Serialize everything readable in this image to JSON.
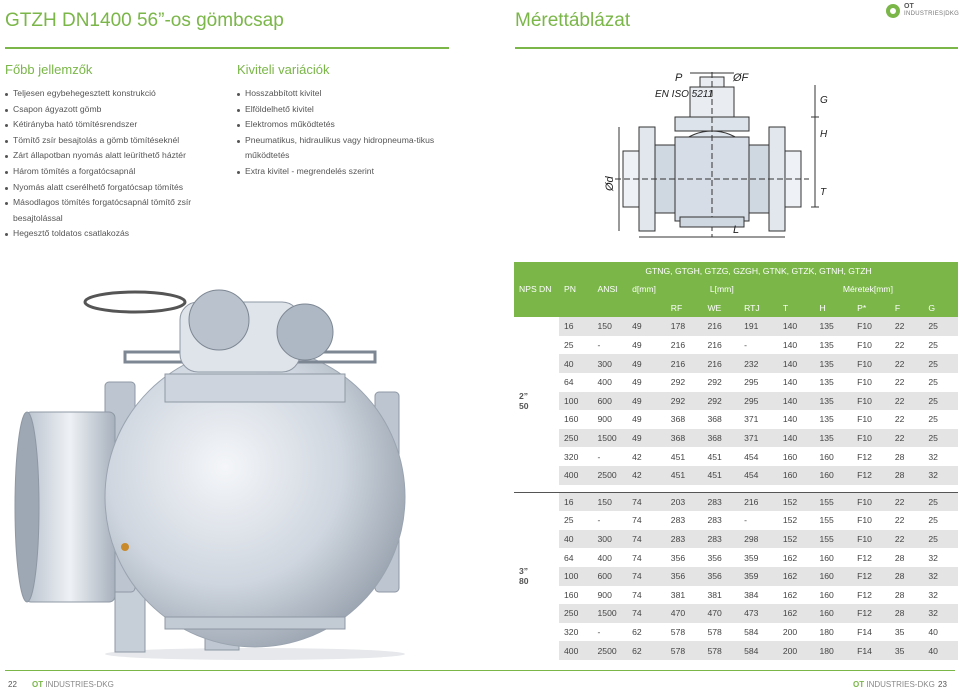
{
  "header": {
    "left_title": "GTZH DN1400 56”-os gömbcsap",
    "right_title": "Mérettáblázat",
    "logo_ot": "OT",
    "logo_industries": "INDUSTRIES|DKG"
  },
  "features": {
    "heading": "Főbb jellemzők",
    "items": [
      "Teljesen egybehegesztett konstrukció",
      "Csapon ágyazott gömb",
      "Kétirányba ható tömítésrendszer",
      "Tömítő zsír besajtolás a gömb tömítéseknél",
      "Zárt állapotban nyomás alatt leüríthető háztér",
      "Három tömítés a forgatócsapnál",
      "Nyomás alatt cserélhető forgatócsap tömítés",
      "Másodlagos tömítés forgatócsapnál tömítő zsír besajtolással",
      "Hegesztő toldatos csatlakozás"
    ]
  },
  "variants": {
    "heading": "Kiviteli variációk",
    "items": [
      "Hosszabbított kivitel",
      "Elföldelhető kivitel",
      "Elektromos működtetés",
      "Pneumatikus, hidraulikus vagy hidropneuma-tikus működtetés",
      "Extra kivitel - megrendelés szerint"
    ]
  },
  "drawing": {
    "label_p": "P",
    "label_of": "ØF",
    "label_std": "EN ISO 5211",
    "label_g": "G",
    "label_h": "H",
    "label_t": "T",
    "label_l": "L",
    "label_od": "Ød"
  },
  "table": {
    "series_header": "GTNG, GTGH, GTZG, GZGH, GTNK, GTZK, GTNH, GTZH",
    "nps_dn": "NPS DN",
    "col_pn": "PN",
    "col_ansi": "ANSI",
    "col_d": "d[mm]",
    "col_l": "L[mm]",
    "col_meretek": "Méretek[mm]",
    "sub": [
      "RF",
      "WE",
      "RTJ",
      "T",
      "H",
      "P*",
      "F",
      "G"
    ],
    "groups": [
      {
        "nps": "2”",
        "dn": "50",
        "rows": [
          [
            "16",
            "150",
            "49",
            "178",
            "216",
            "191",
            "140",
            "135",
            "F10",
            "22",
            "25"
          ],
          [
            "25",
            "-",
            "49",
            "216",
            "216",
            "-",
            "140",
            "135",
            "F10",
            "22",
            "25"
          ],
          [
            "40",
            "300",
            "49",
            "216",
            "216",
            "232",
            "140",
            "135",
            "F10",
            "22",
            "25"
          ],
          [
            "64",
            "400",
            "49",
            "292",
            "292",
            "295",
            "140",
            "135",
            "F10",
            "22",
            "25"
          ],
          [
            "100",
            "600",
            "49",
            "292",
            "292",
            "295",
            "140",
            "135",
            "F10",
            "22",
            "25"
          ],
          [
            "160",
            "900",
            "49",
            "368",
            "368",
            "371",
            "140",
            "135",
            "F10",
            "22",
            "25"
          ],
          [
            "250",
            "1500",
            "49",
            "368",
            "368",
            "371",
            "140",
            "135",
            "F10",
            "22",
            "25"
          ],
          [
            "320",
            "-",
            "42",
            "451",
            "451",
            "454",
            "160",
            "160",
            "F12",
            "28",
            "32"
          ],
          [
            "400",
            "2500",
            "42",
            "451",
            "451",
            "454",
            "160",
            "160",
            "F12",
            "28",
            "32"
          ]
        ]
      },
      {
        "nps": "3”",
        "dn": "80",
        "rows": [
          [
            "16",
            "150",
            "74",
            "203",
            "283",
            "216",
            "152",
            "155",
            "F10",
            "22",
            "25"
          ],
          [
            "25",
            "-",
            "74",
            "283",
            "283",
            "-",
            "152",
            "155",
            "F10",
            "22",
            "25"
          ],
          [
            "40",
            "300",
            "74",
            "283",
            "283",
            "298",
            "152",
            "155",
            "F10",
            "22",
            "25"
          ],
          [
            "64",
            "400",
            "74",
            "356",
            "356",
            "359",
            "162",
            "160",
            "F12",
            "28",
            "32"
          ],
          [
            "100",
            "600",
            "74",
            "356",
            "356",
            "359",
            "162",
            "160",
            "F12",
            "28",
            "32"
          ],
          [
            "160",
            "900",
            "74",
            "381",
            "381",
            "384",
            "162",
            "160",
            "F12",
            "28",
            "32"
          ],
          [
            "250",
            "1500",
            "74",
            "470",
            "470",
            "473",
            "162",
            "160",
            "F12",
            "28",
            "32"
          ],
          [
            "320",
            "-",
            "62",
            "578",
            "578",
            "584",
            "200",
            "180",
            "F14",
            "35",
            "40"
          ],
          [
            "400",
            "2500",
            "62",
            "578",
            "578",
            "584",
            "200",
            "180",
            "F14",
            "35",
            "40"
          ]
        ]
      }
    ]
  },
  "footer": {
    "page_left": "22",
    "brand_ot": "OT",
    "brand_rest": "INDUSTRIES-DKG",
    "page_right": "23"
  },
  "colors": {
    "accent": "#7ab648",
    "row_shade": "#e4e4e4",
    "text": "#444444"
  }
}
